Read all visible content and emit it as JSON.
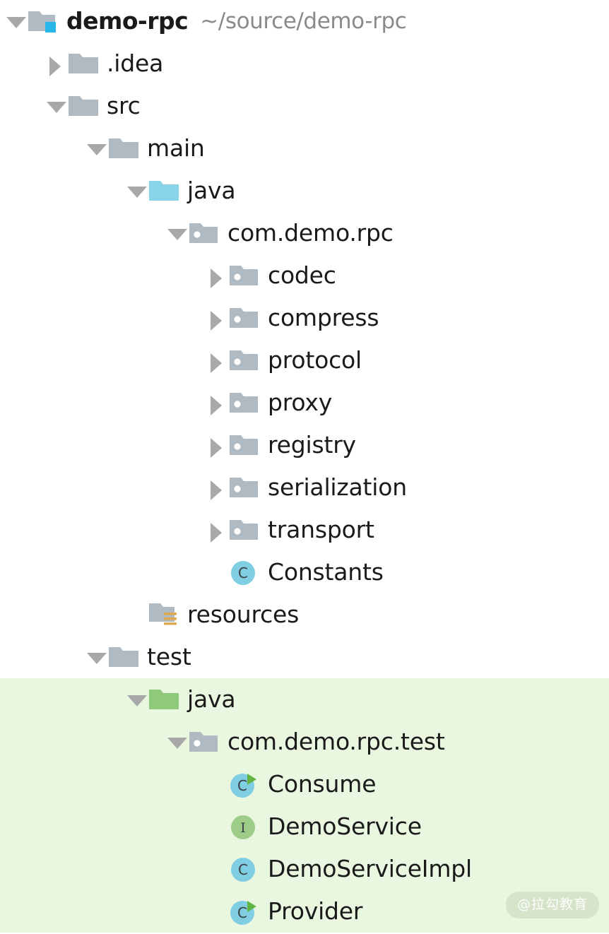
{
  "project": {
    "root_label": "demo-rpc",
    "root_path": "~/source/demo-rpc"
  },
  "colors": {
    "folder_gray": "#afbac2",
    "folder_blue": "#87d3e8",
    "folder_green": "#8fc97a",
    "class_blue": "#7fcee2",
    "interface_green": "#9dcd88",
    "run_green": "#62b543",
    "badge_blue": "#29b6e8",
    "resource_orange": "#ddaa50",
    "highlight_bg": "#eaf7e0",
    "twisty_gray": "#a8a8a8",
    "path_gray": "#8a8a8a",
    "text_black": "#1a1a1a"
  },
  "tree": [
    {
      "label": "demo-rpc",
      "suffix": "~/source/demo-rpc",
      "depth": 0,
      "twisty": "open",
      "icon": "folder-module-icon",
      "bold": true,
      "highlight": false
    },
    {
      "label": ".idea",
      "suffix": "",
      "depth": 1,
      "twisty": "closed",
      "icon": "folder-icon",
      "bold": false,
      "highlight": false
    },
    {
      "label": "src",
      "suffix": "",
      "depth": 1,
      "twisty": "open",
      "icon": "folder-icon",
      "bold": false,
      "highlight": false
    },
    {
      "label": "main",
      "suffix": "",
      "depth": 2,
      "twisty": "open",
      "icon": "folder-icon",
      "bold": false,
      "highlight": false
    },
    {
      "label": "java",
      "suffix": "",
      "depth": 3,
      "twisty": "open",
      "icon": "folder-sources-icon",
      "bold": false,
      "highlight": false
    },
    {
      "label": "com.demo.rpc",
      "suffix": "",
      "depth": 4,
      "twisty": "open",
      "icon": "package-icon",
      "bold": false,
      "highlight": false
    },
    {
      "label": "codec",
      "suffix": "",
      "depth": 5,
      "twisty": "closed",
      "icon": "package-icon",
      "bold": false,
      "highlight": false
    },
    {
      "label": "compress",
      "suffix": "",
      "depth": 5,
      "twisty": "closed",
      "icon": "package-icon",
      "bold": false,
      "highlight": false
    },
    {
      "label": "protocol",
      "suffix": "",
      "depth": 5,
      "twisty": "closed",
      "icon": "package-icon",
      "bold": false,
      "highlight": false
    },
    {
      "label": "proxy",
      "suffix": "",
      "depth": 5,
      "twisty": "closed",
      "icon": "package-icon",
      "bold": false,
      "highlight": false
    },
    {
      "label": "registry",
      "suffix": "",
      "depth": 5,
      "twisty": "closed",
      "icon": "package-icon",
      "bold": false,
      "highlight": false
    },
    {
      "label": "serialization",
      "suffix": "",
      "depth": 5,
      "twisty": "closed",
      "icon": "package-icon",
      "bold": false,
      "highlight": false
    },
    {
      "label": "transport",
      "suffix": "",
      "depth": 5,
      "twisty": "closed",
      "icon": "package-icon",
      "bold": false,
      "highlight": false
    },
    {
      "label": "Constants",
      "suffix": "",
      "depth": 5,
      "twisty": "none",
      "icon": "java-class-icon",
      "bold": false,
      "highlight": false
    },
    {
      "label": "resources",
      "suffix": "",
      "depth": 3,
      "twisty": "none",
      "icon": "folder-resources-icon",
      "bold": false,
      "highlight": false
    },
    {
      "label": "test",
      "suffix": "",
      "depth": 2,
      "twisty": "open",
      "icon": "folder-icon",
      "bold": false,
      "highlight": false
    },
    {
      "label": "java",
      "suffix": "",
      "depth": 3,
      "twisty": "open",
      "icon": "folder-test-icon",
      "bold": false,
      "highlight": true
    },
    {
      "label": "com.demo.rpc.test",
      "suffix": "",
      "depth": 4,
      "twisty": "open",
      "icon": "package-icon",
      "bold": false,
      "highlight": true
    },
    {
      "label": "Consume",
      "suffix": "",
      "depth": 5,
      "twisty": "none",
      "icon": "java-class-run-icon",
      "bold": false,
      "highlight": true
    },
    {
      "label": "DemoService",
      "suffix": "",
      "depth": 5,
      "twisty": "none",
      "icon": "java-interface-icon",
      "bold": false,
      "highlight": true
    },
    {
      "label": "DemoServiceImpl",
      "suffix": "",
      "depth": 5,
      "twisty": "none",
      "icon": "java-class-icon",
      "bold": false,
      "highlight": true
    },
    {
      "label": "Provider",
      "suffix": "",
      "depth": 5,
      "twisty": "none",
      "icon": "java-class-run-icon",
      "bold": false,
      "highlight": true
    }
  ],
  "watermark": {
    "text": "@拉勾教育"
  }
}
